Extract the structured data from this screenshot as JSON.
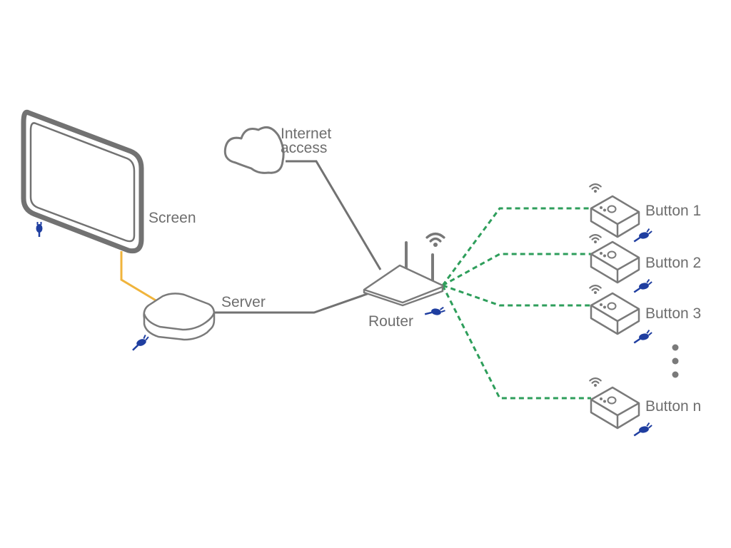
{
  "labels": {
    "screen": "Screen",
    "internet_line1": "Internet",
    "internet_line2": "access",
    "server": "Server",
    "router": "Router"
  },
  "buttons": [
    "Button 1",
    "Button 2",
    "Button 3",
    "Button n"
  ],
  "colors": {
    "device_outline": "#7a7a7a",
    "wired_link": "#727272",
    "screen_cable": "#f0b43c",
    "wireless_link": "#2e9e5b",
    "power_plug": "#1f3ea0"
  },
  "icons": [
    "cloud-icon",
    "wifi-icon",
    "power-plug-icon",
    "ellipsis-dots"
  ]
}
